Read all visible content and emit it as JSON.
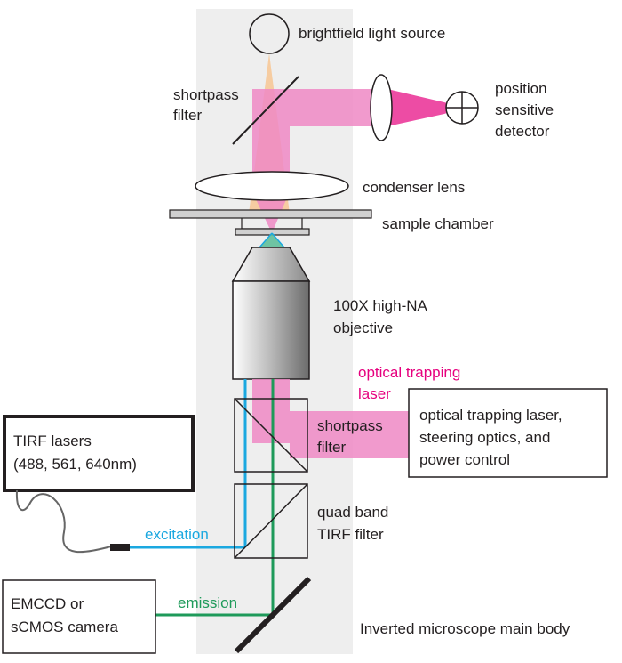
{
  "labels": {
    "light_source": "brightfield light source",
    "shortpass_top": [
      "shortpass",
      "filter"
    ],
    "psd": [
      "position",
      "sensitive",
      "detector"
    ],
    "condenser": "condenser lens",
    "sample": "sample chamber",
    "objective": [
      "100X high-NA",
      "objective"
    ],
    "trap_laser": [
      "optical trapping",
      "laser"
    ],
    "shortpass_mid": [
      "shortpass",
      "filter"
    ],
    "trap_box": [
      "optical trapping laser,",
      "steering optics, and",
      "power control"
    ],
    "tirf_box": [
      "TIRF lasers",
      "(488, 561, 640nm)"
    ],
    "quad": [
      "quad band",
      "TIRF filter"
    ],
    "excitation": "excitation",
    "emission": "emission",
    "camera_box": [
      "EMCCD or",
      "sCMOS camera"
    ],
    "body": "Inverted microscope main body"
  },
  "colors": {
    "pink": "#e6007e",
    "pink_beam": "#ee88c4",
    "blue": "#1ba8e0",
    "green": "#1e9a5a",
    "orange": "#f7c693",
    "panel": "#eeeeee",
    "ink": "#231f20"
  }
}
